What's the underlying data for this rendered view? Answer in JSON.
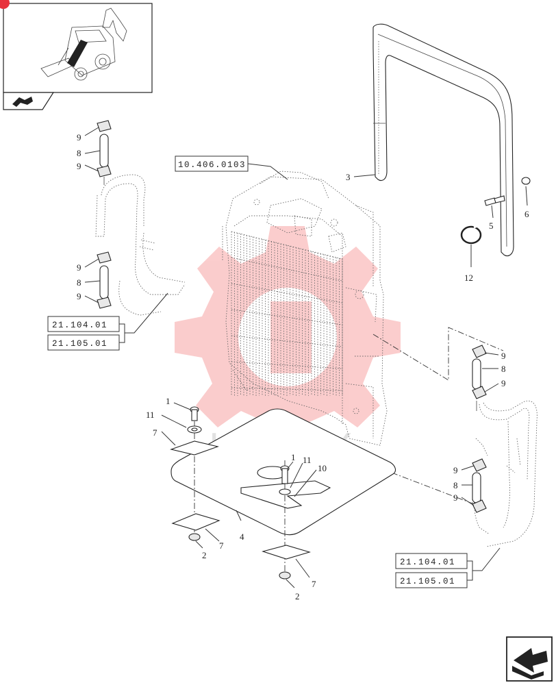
{
  "diagram": {
    "section_refs": {
      "top": "10.406.0103",
      "left_a": "21.104.01",
      "left_b": "21.105.01",
      "right_a": "21.104.01",
      "right_b": "21.105.01"
    },
    "watermark": "ИНТЕХ",
    "callouts": {
      "c1a": "1",
      "c1b": "1",
      "c2a": "2",
      "c2b": "2",
      "c3": "3",
      "c4": "4",
      "c5": "5",
      "c6": "6",
      "c7a": "7",
      "c7b": "7",
      "c7c": "7",
      "c8a": "8",
      "c8b": "8",
      "c8c": "8",
      "c8d": "8",
      "c9a": "9",
      "c9b": "9",
      "c9c": "9",
      "c9d": "9",
      "c9e": "9",
      "c9f": "9",
      "c9g": "9",
      "c9h": "9",
      "c10": "10",
      "c11a": "11",
      "c11b": "11",
      "c12": "12"
    },
    "colors": {
      "watermark_red": "#f04a4a",
      "line": "#333333"
    },
    "icons": [
      "machine-thumbnail",
      "nav-arrow-icon",
      "next-page-icon"
    ]
  }
}
